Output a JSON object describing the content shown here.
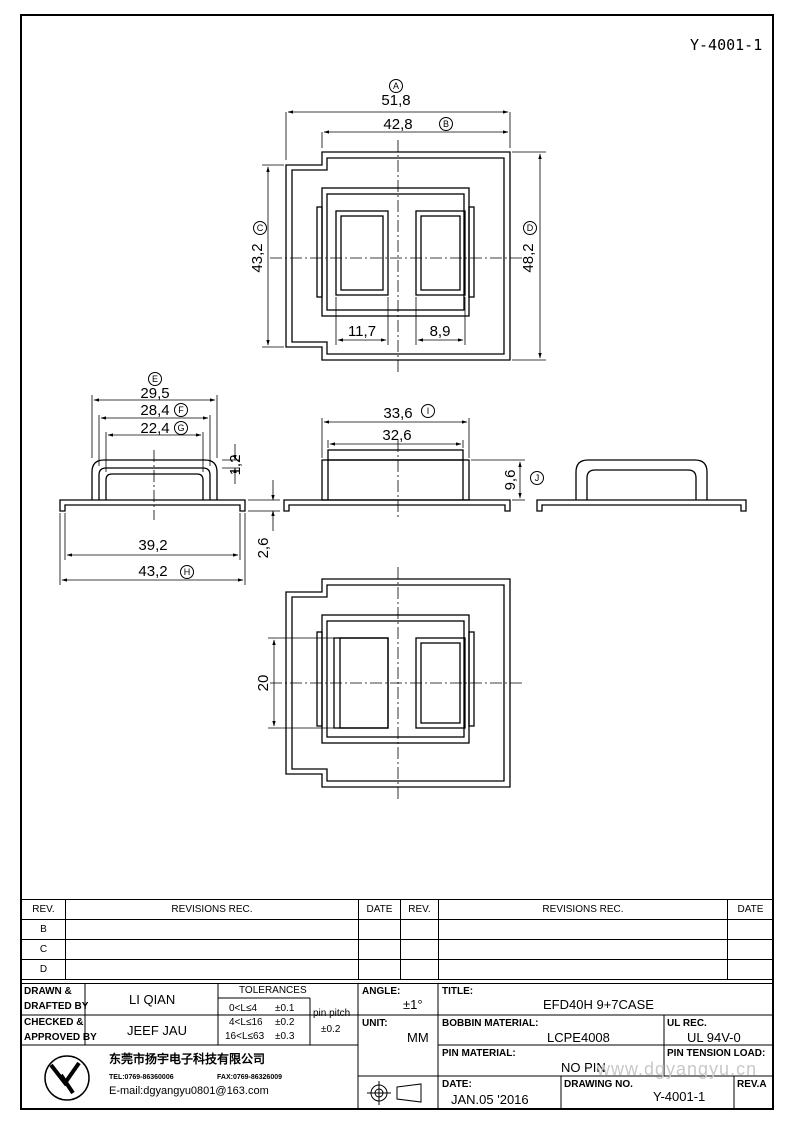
{
  "doc_number": "Y-4001-1",
  "dims": {
    "top_view": {
      "d518": "51,8",
      "d428": "42,8",
      "d432": "43,2",
      "d482": "48,2",
      "d117": "11,7",
      "d89": "8,9",
      "label_A": "A",
      "label_B": "B",
      "label_C": "C",
      "label_D": "D"
    },
    "left_view": {
      "d295": "29,5",
      "d284": "28,4",
      "d224": "22,4",
      "d12": "1,2",
      "d392": "39,2",
      "d432": "43,2",
      "d26": "2,6",
      "label_E": "E",
      "label_F": "F",
      "label_G": "G",
      "label_H": "H"
    },
    "mid_view": {
      "d336": "33,6",
      "d326": "32,6",
      "d96": "9,6",
      "label_I": "I",
      "label_J": "J"
    },
    "bottom_view": {
      "d20": "20"
    }
  },
  "revisions": {
    "header_rev": "REV.",
    "header_rec": "REVISIONS   REC.",
    "header_date": "DATE",
    "rows": [
      "B",
      "C",
      "D"
    ]
  },
  "title_block": {
    "drawn_label": "DRAWN &\nDRAFTED BY",
    "drawn_line1": "DRAWN &",
    "drawn_line2": "DRAFTED BY",
    "drawn_value": "LI QIAN",
    "checked_line1": "CHECKED &",
    "checked_line2": "APPROVED BY",
    "checked_value": "JEEF JAU",
    "tolerances_label": "TOLERANCES",
    "tol1": "0<L≤4",
    "tol1v": "±0.1",
    "tol2": "4<L≤16",
    "tol2v": "±0.2",
    "tol3": "16<L≤63",
    "tol3v": "±0.3",
    "pin_pitch_label": "pin pitch",
    "pin_pitch_value": "±0.2",
    "angle_label": "ANGLE:",
    "angle_value": "±1°",
    "unit_label": "UNIT:",
    "unit_value": "MM",
    "title_label": "TITLE:",
    "title_value": "EFD40H  9+7CASE",
    "bobbin_label": "BOBBIN MATERIAL:",
    "bobbin_value": "LCPE4008",
    "ul_label": "UL REC.",
    "ul_value": "UL  94V-0",
    "pin_material_label": "PIN MATERIAL:",
    "pin_material_value": "NO  PIN",
    "pin_tension_label": "PIN TENSION LOAD:",
    "date_label": "DATE:",
    "date_value": "JAN.05  '2016",
    "drawing_no_label": "DRAWING NO.",
    "drawing_no_value": "Y-4001-1",
    "rev_label": "REV.A",
    "company_name": "东莞市扬宇电子科技有限公司",
    "company_tel": "TEL:0769-86360006",
    "company_fax": "FAX:0769-86326009",
    "company_email": "E-mail:dgyangyu0801@163.com",
    "watermark": "www.dgyangyu.cn"
  }
}
